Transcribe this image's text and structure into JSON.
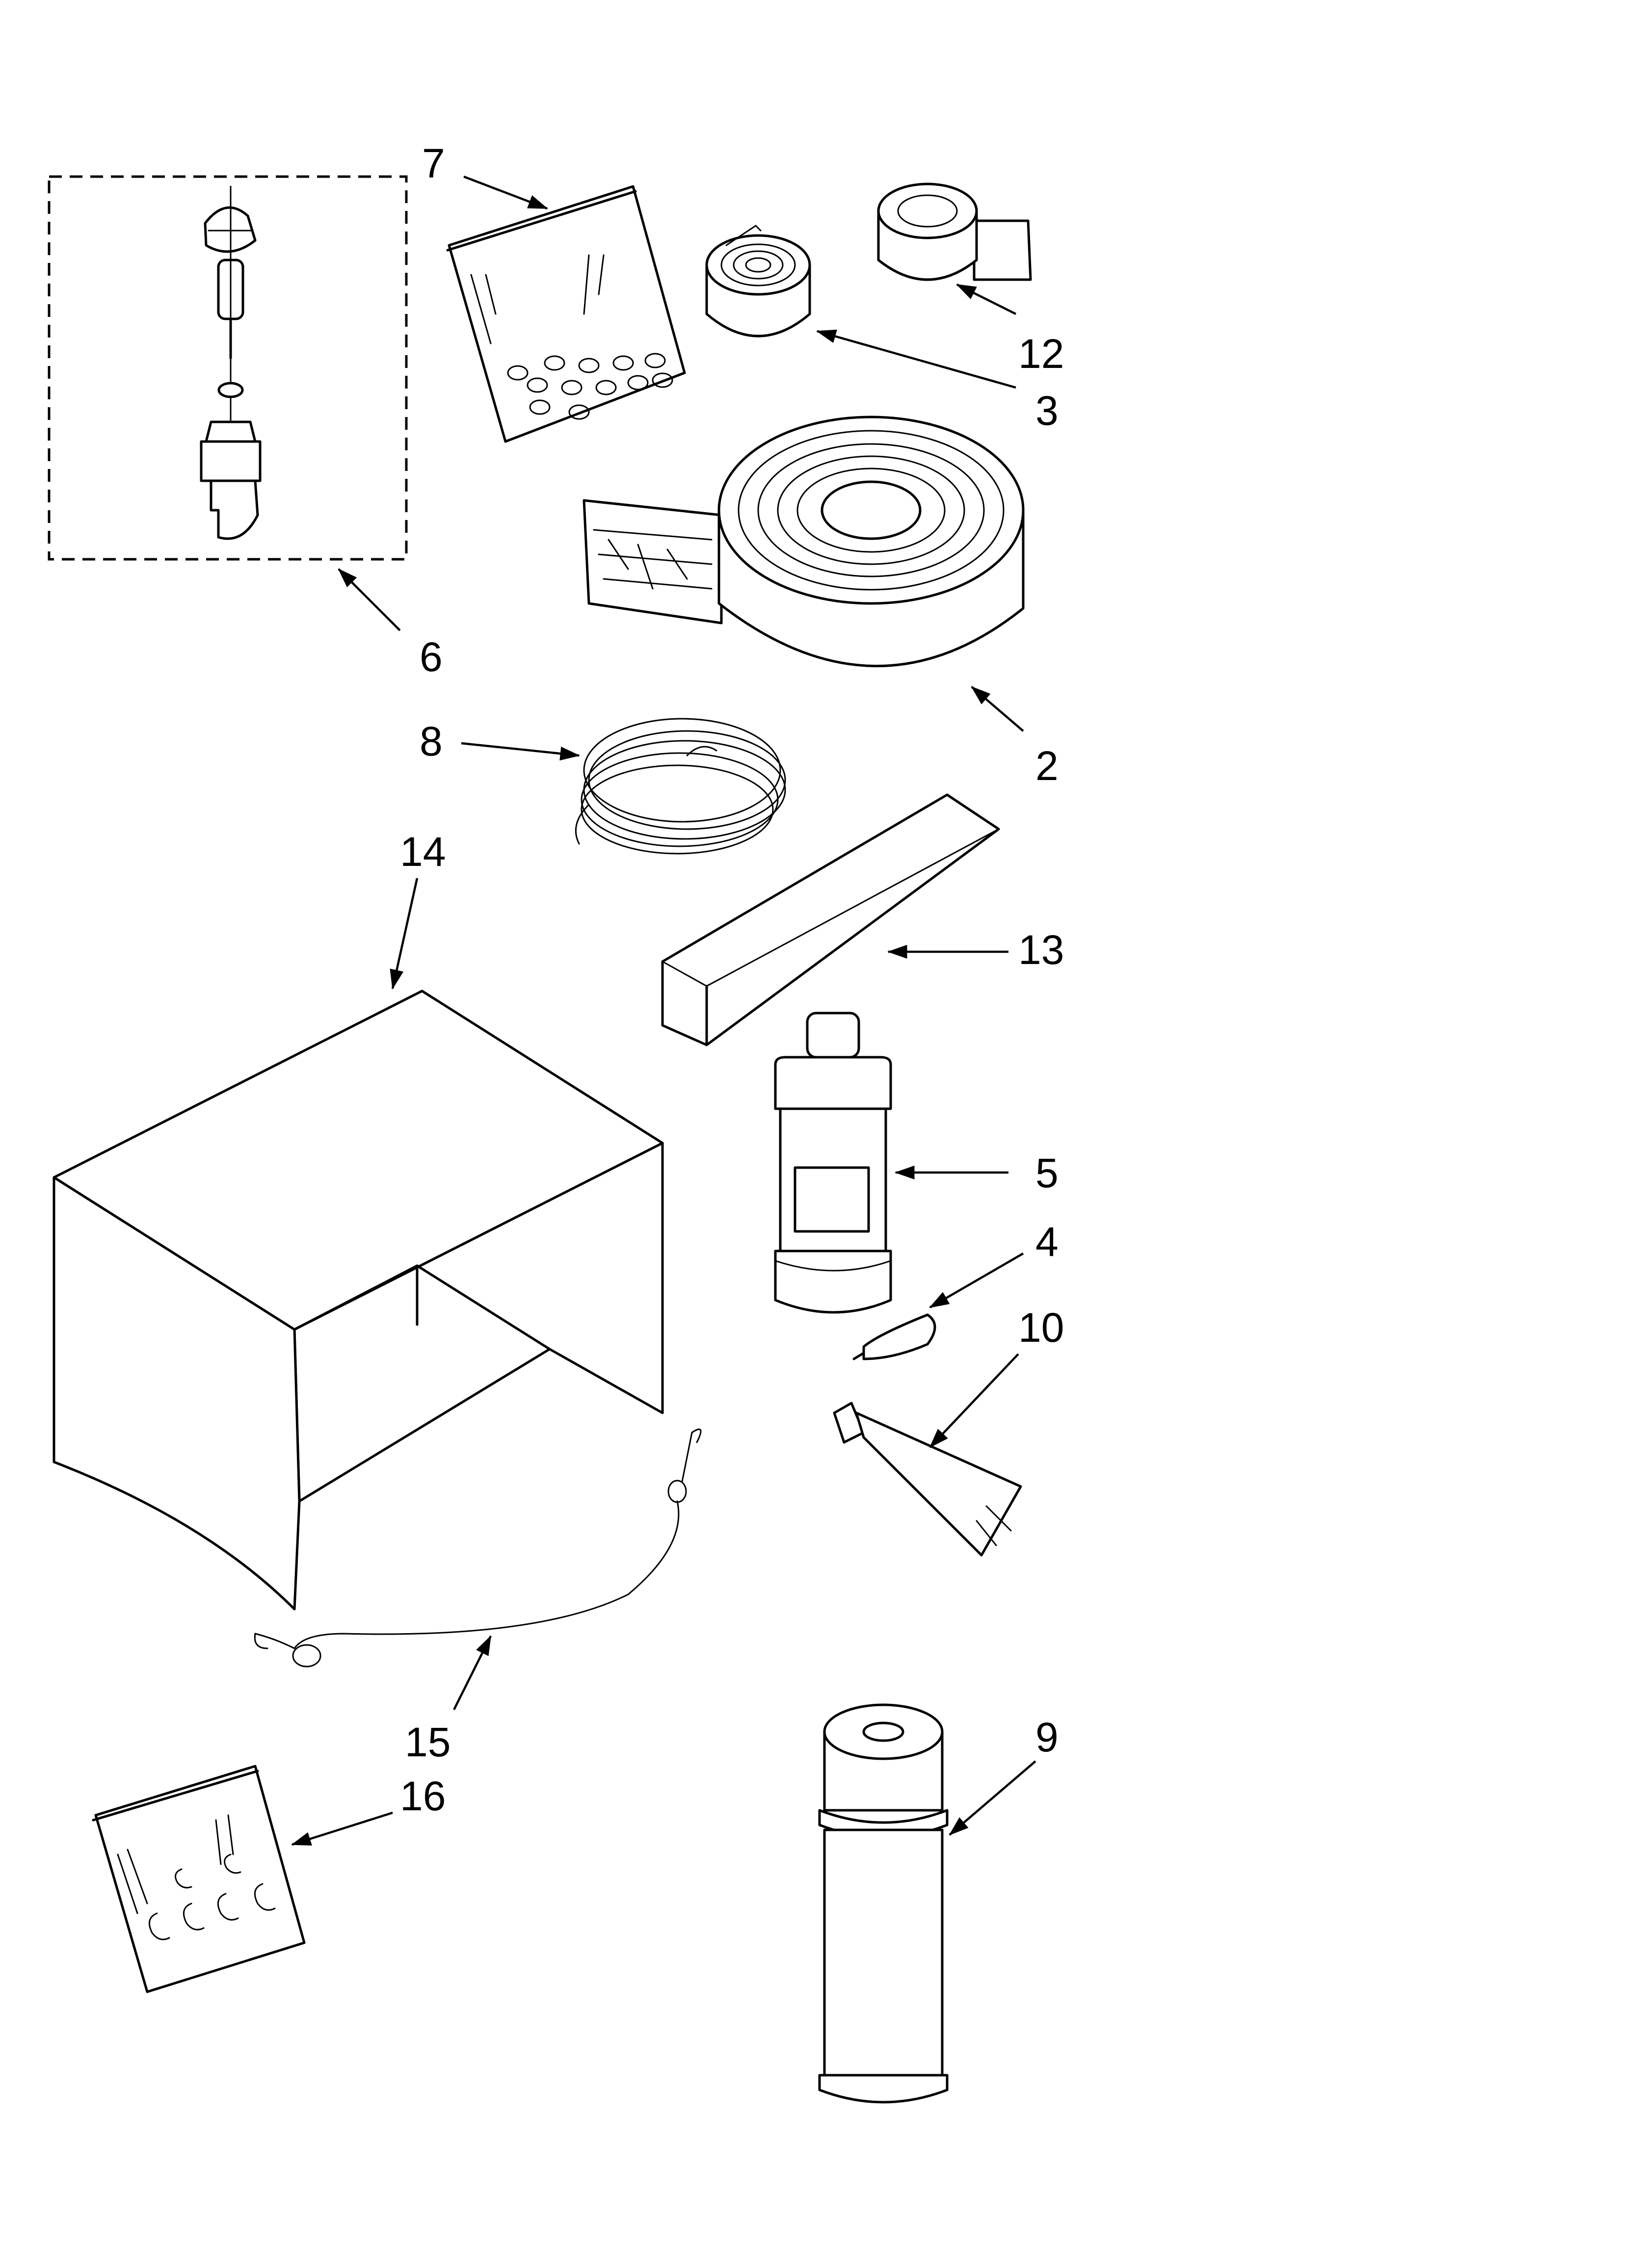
{
  "callouts": [
    {
      "id": "2",
      "label": "2"
    },
    {
      "id": "3",
      "label": "3"
    },
    {
      "id": "4",
      "label": "4"
    },
    {
      "id": "5",
      "label": "5"
    },
    {
      "id": "6",
      "label": "6"
    },
    {
      "id": "7",
      "label": "7"
    },
    {
      "id": "8",
      "label": "8"
    },
    {
      "id": "9",
      "label": "9"
    },
    {
      "id": "10",
      "label": "10"
    },
    {
      "id": "12",
      "label": "12"
    },
    {
      "id": "13",
      "label": "13"
    },
    {
      "id": "14",
      "label": "14"
    },
    {
      "id": "15",
      "label": "15"
    },
    {
      "id": "16",
      "label": "16"
    }
  ],
  "colors": {
    "ink": "#000000",
    "paper": "#ffffff"
  }
}
